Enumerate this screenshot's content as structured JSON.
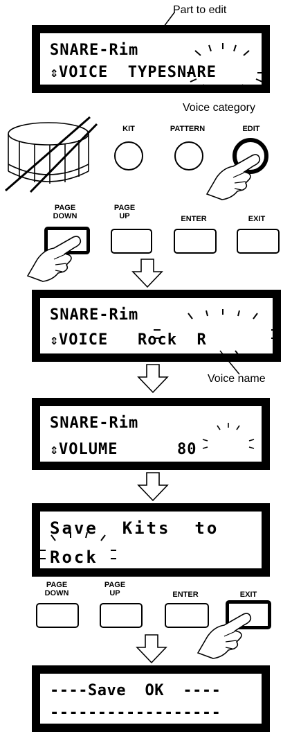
{
  "screen1": {
    "line1": "SNARE-Rim",
    "line2_icon": "up-down-arrow-icon",
    "line2_prefix": "VOICE  TYPE",
    "line2_value": "SNARE",
    "label_top": "Part to edit",
    "label_bottom": "Voice category"
  },
  "kit_row": {
    "drum_icon": "snare-drum-icon",
    "kit_label": "KIT",
    "pattern_label": "PATTERN",
    "edit_label": "EDIT"
  },
  "nav_row_1": {
    "page_down": "PAGE\nDOWN",
    "page_up": "PAGE\nUP",
    "enter": "ENTER",
    "exit": "EXIT",
    "pressed": "page_down"
  },
  "screen2": {
    "line1": "SNARE-Rim",
    "line2_prefix": "VOICE",
    "line2_value": "Rock  R",
    "label_bottom": "Voice name"
  },
  "screen3": {
    "line1": "SNARE-Rim",
    "line2_prefix": "VOLUME",
    "line2_value": "80"
  },
  "screen4": {
    "line1": "Save  Kits  to",
    "line2_value": "Rock"
  },
  "nav_row_2": {
    "page_down": "PAGE\nDOWN",
    "page_up": "PAGE\nUP",
    "enter": "ENTER",
    "exit": "EXIT",
    "pressed": "exit"
  },
  "screen5": {
    "line1": "----Save  OK  ----",
    "line2": "------------------"
  },
  "icons": {
    "flow_arrow": "down-arrow-icon",
    "pointing_hand": "pointing-hand-icon",
    "blink_rays": "blink-rays-icon"
  }
}
